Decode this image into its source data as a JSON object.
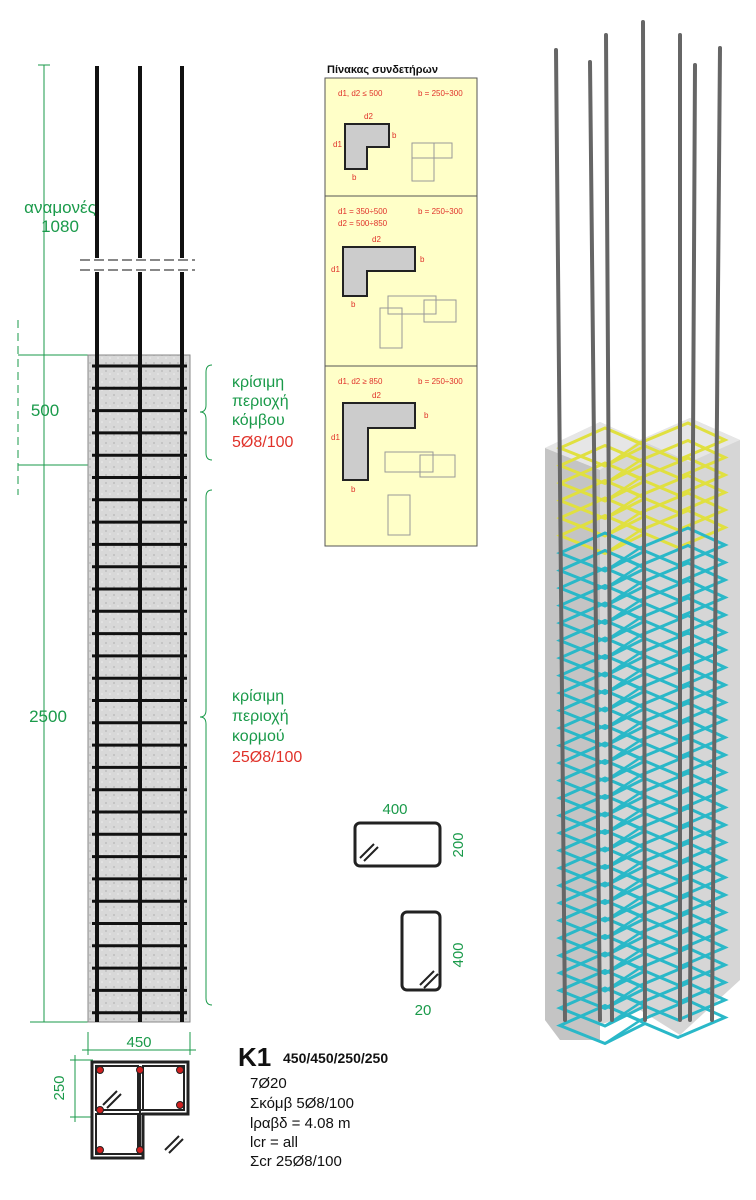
{
  "dimensions": {
    "starter_label": "αναμονές",
    "starter_length": "1080",
    "node_length": "500",
    "body_length": "2500",
    "width": "450",
    "depth": "250"
  },
  "zones": {
    "node": {
      "line1": "κρίσιμη",
      "line2": "περιοχή",
      "line3": "κόμβου",
      "stirrups": "5Ø8/100"
    },
    "body": {
      "line1": "κρίσιμη",
      "line2": "περιοχή",
      "line3": "κορμού",
      "stirrups": "25Ø8/100"
    }
  },
  "stirrup_table": {
    "title": "Πίνακας συνδετήρων",
    "rows": [
      {
        "cond1": "d1, d2 ≤ 500",
        "cond2": "",
        "b": "b = 250÷300"
      },
      {
        "cond1": "d1 = 350÷500",
        "cond2": "d2 = 500÷850",
        "b": "b = 250÷300"
      },
      {
        "cond1": "d1, d2 ≥ 850",
        "cond2": "",
        "b": "b = 250÷300"
      }
    ],
    "labels": {
      "d1": "d1",
      "d2": "d2",
      "b": "b"
    }
  },
  "stirrup_shapes": [
    {
      "length": "400",
      "height": "200"
    },
    {
      "length": "400",
      "hook": "20"
    }
  ],
  "column": {
    "name": "K1",
    "dims": "450/450/250/250",
    "bars": "7Ø20",
    "node_stirrups": "Σκόμβ 5Ø8/100",
    "bar_length": "lραβδ = 4.08 m",
    "lcr": "lcr = all",
    "cr_stirrups": "Σcr 25Ø8/100"
  },
  "colors": {
    "green": "#1a9a4a",
    "red": "#e0322a",
    "yellow": "#ffffc8",
    "cyan": "#2ab8c8",
    "stirrup_yellow": "#e0e040"
  }
}
